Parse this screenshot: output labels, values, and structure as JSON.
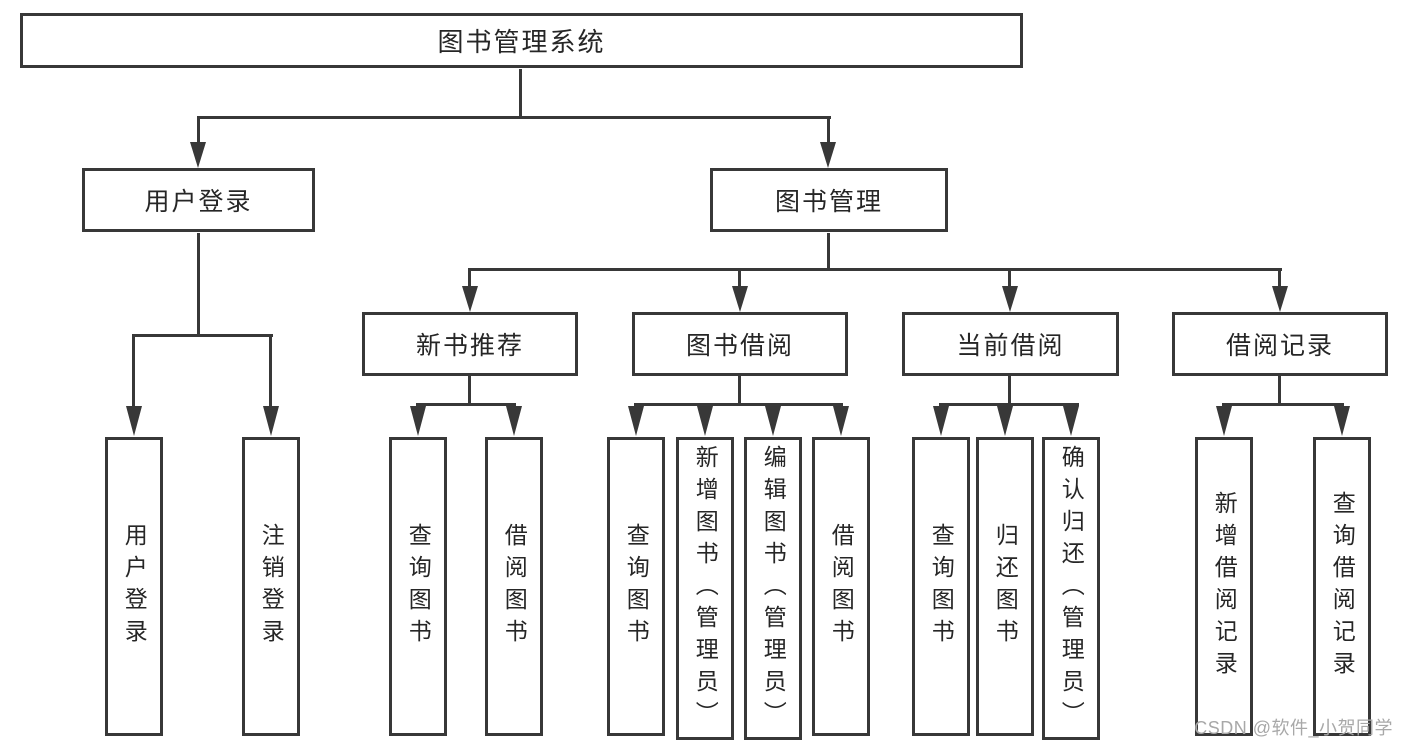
{
  "nodes": {
    "root": {
      "label": "图书管理系统"
    },
    "level2": [
      {
        "label": "用户登录"
      },
      {
        "label": "图书管理"
      }
    ],
    "level3": [
      {
        "label": "新书推荐"
      },
      {
        "label": "图书借阅"
      },
      {
        "label": "当前借阅"
      },
      {
        "label": "借阅记录"
      }
    ],
    "leaves": [
      {
        "label": "用户登录"
      },
      {
        "label": "注销登录"
      },
      {
        "label": "查询图书"
      },
      {
        "label": "借阅图书"
      },
      {
        "label": "查询图书"
      },
      {
        "label": "新增图书（管理员）"
      },
      {
        "label": "编辑图书（管理员）"
      },
      {
        "label": "借阅图书"
      },
      {
        "label": "查询图书"
      },
      {
        "label": "归还图书"
      },
      {
        "label": "确认归还（管理员）"
      },
      {
        "label": "新增借阅记录"
      },
      {
        "label": "查询借阅记录"
      }
    ]
  },
  "watermark": {
    "text": "CSDN @软件_小贺同学"
  },
  "colors": {
    "line": "#383838",
    "box_border": "#383838",
    "text": "#262626",
    "watermark": "#a8a8a8",
    "background": "#ffffff"
  }
}
